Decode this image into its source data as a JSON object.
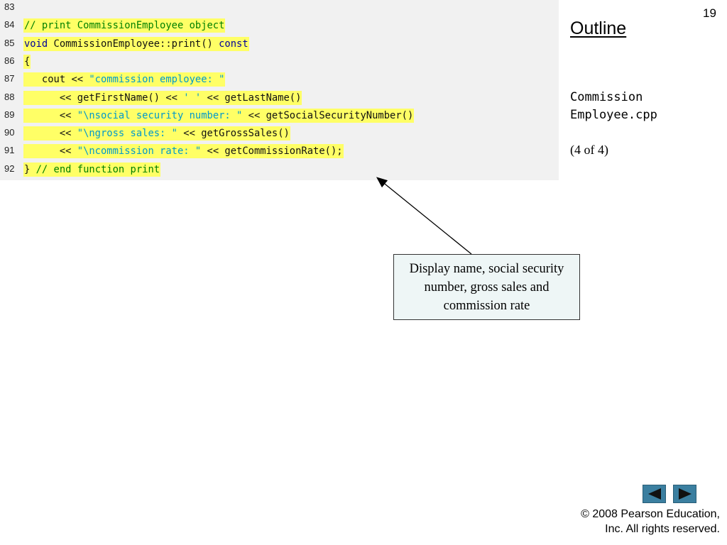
{
  "page_number": "19",
  "outline": {
    "title": "Outline",
    "file_name": "Commission\nEmployee.cpp",
    "page_of": "(4 of 4)"
  },
  "code_lines": [
    {
      "ln": "83",
      "tokens": []
    },
    {
      "ln": "84",
      "tokens": [
        {
          "t": "c",
          "v": "// print CommissionEmployee object"
        }
      ]
    },
    {
      "ln": "85",
      "tokens": [
        {
          "t": "k",
          "v": "void"
        },
        {
          "t": "p",
          "v": " CommissionEmployee::print() "
        },
        {
          "t": "k",
          "v": "const"
        }
      ]
    },
    {
      "ln": "86",
      "tokens": [
        {
          "t": "p",
          "v": "{"
        }
      ]
    },
    {
      "ln": "87",
      "tokens": [
        {
          "t": "p",
          "v": "   cout << "
        },
        {
          "t": "s",
          "v": "\"commission employee: \""
        }
      ]
    },
    {
      "ln": "88",
      "tokens": [
        {
          "t": "p",
          "v": "      << getFirstName() << "
        },
        {
          "t": "s",
          "v": "' '"
        },
        {
          "t": "p",
          "v": " << getLastName()"
        }
      ]
    },
    {
      "ln": "89",
      "tokens": [
        {
          "t": "p",
          "v": "      << "
        },
        {
          "t": "s",
          "v": "\"\\nsocial security number: \""
        },
        {
          "t": "p",
          "v": " << getSocialSecurityNumber()"
        }
      ]
    },
    {
      "ln": "90",
      "tokens": [
        {
          "t": "p",
          "v": "      << "
        },
        {
          "t": "s",
          "v": "\"\\ngross sales: \""
        },
        {
          "t": "p",
          "v": " << getGrossSales()"
        }
      ]
    },
    {
      "ln": "91",
      "tokens": [
        {
          "t": "p",
          "v": "      << "
        },
        {
          "t": "s",
          "v": "\"\\ncommission rate: \""
        },
        {
          "t": "p",
          "v": " << getCommissionRate();"
        }
      ]
    },
    {
      "ln": "92",
      "tokens": [
        {
          "t": "p",
          "v": "} "
        },
        {
          "t": "c",
          "v": "// end function print"
        }
      ]
    }
  ],
  "callout": {
    "text": "Display name, social security number, gross sales and commission rate"
  },
  "nav": {
    "prev_icon": "triangle-left-icon",
    "next_icon": "triangle-right-icon"
  },
  "copyright": {
    "line1": "© 2008 Pearson Education,",
    "line2": "Inc.  All rights reserved."
  },
  "colors": {
    "highlight": "#ffff66",
    "comment": "#008000",
    "keyword": "#000099",
    "string": "#0099cc",
    "nav_button": "#3b7fa0"
  }
}
